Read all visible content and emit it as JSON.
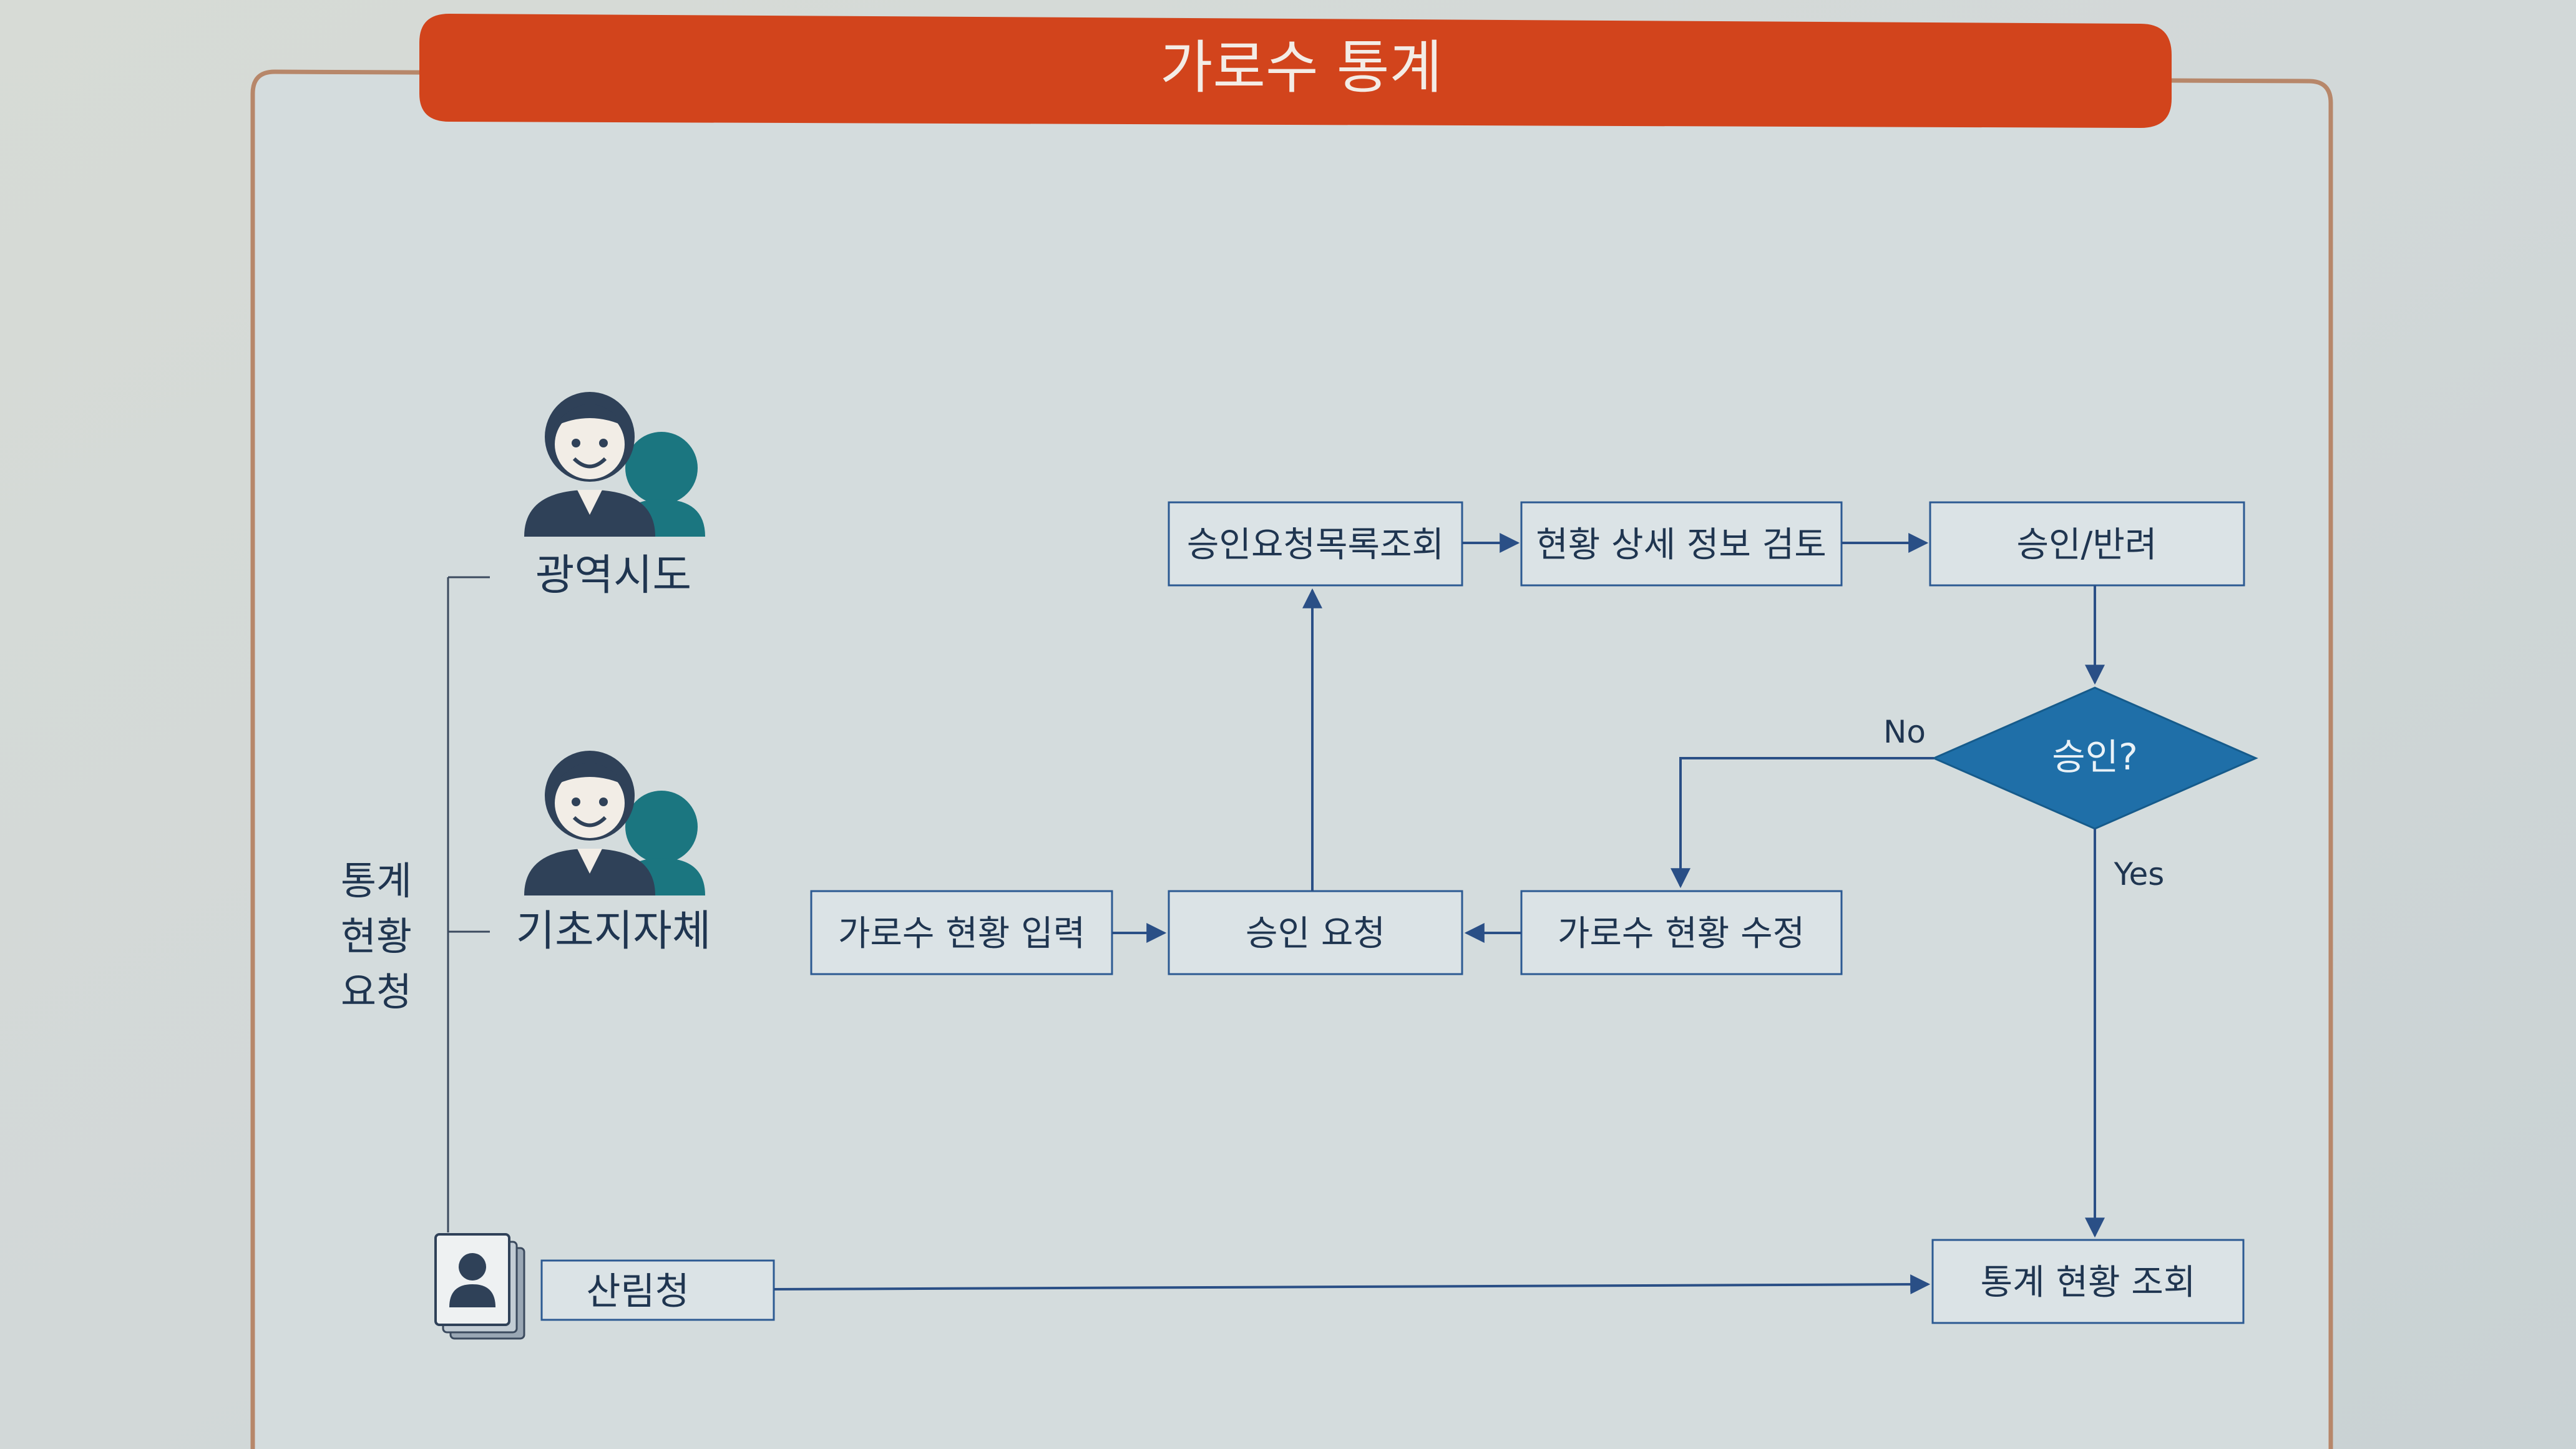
{
  "diagram": {
    "title": "가로수 통계",
    "side_label": [
      "통계",
      "현황",
      "요청"
    ],
    "actors": {
      "regional": "광역시도",
      "local": "기초지자체",
      "forest": "산림청"
    },
    "nodes": {
      "approval_list": "승인요청목록조회",
      "detail_review": "현황 상세 정보 검토",
      "approve_reject": "승인/반려",
      "decision": "승인?",
      "input_status": "가로수 현황 입력",
      "request_approval": "승인 요청",
      "modify_status": "가로수 현황 수정",
      "stats_view": "통계 현황 조회"
    },
    "edges": {
      "no": "No",
      "yes": "Yes"
    }
  },
  "colors": {
    "title_bar": "#d2441c",
    "decision": "#1f6fa8",
    "box_stroke": "#2c5a92",
    "frame": "#b7876a",
    "person_dark": "#2f4158",
    "person_teal": "#1b7680"
  }
}
